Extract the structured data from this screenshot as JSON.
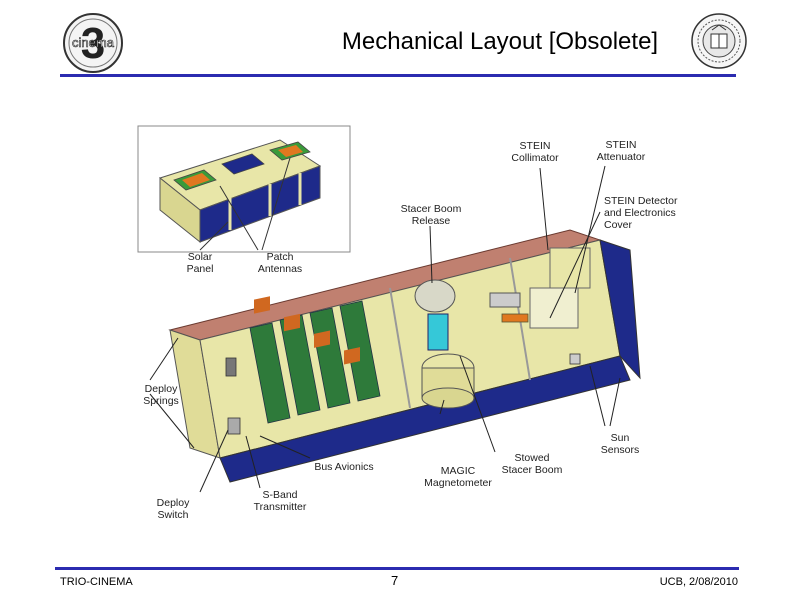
{
  "slide": {
    "title": "Mechanical Layout [Obsolete]",
    "logo_left_text": "cinema",
    "logo_left_numeral": "3",
    "footer_left": "TRIO-CINEMA",
    "page_number": "7",
    "footer_right": "UCB, 2/08/2010"
  },
  "callouts": {
    "stein_collimator": [
      "STEIN",
      "Collimator"
    ],
    "stein_attenuator": [
      "STEIN",
      "Attenuator"
    ],
    "stacer_boom_release": [
      "Stacer Boom",
      "Release"
    ],
    "stein_detector": [
      "STEIN Detector",
      "and Electronics",
      "Cover"
    ],
    "solar_panel": [
      "Solar",
      "Panel"
    ],
    "patch_antennas": [
      "Patch",
      "Antennas"
    ],
    "deploy_springs": [
      "Deploy",
      "Springs"
    ],
    "bus_avionics": [
      "Bus Avionics"
    ],
    "magic_magnetometer": [
      "MAGIC",
      "Magnetometer"
    ],
    "stowed_stacer_boom": [
      "Stowed",
      "Stacer Boom"
    ],
    "sun_sensors": [
      "Sun",
      "Sensors"
    ],
    "deploy_switch": [
      "Deploy",
      "Switch"
    ],
    "s_band_transmitter": [
      "S-Band",
      "Transmitter"
    ]
  },
  "colors": {
    "rule": "#2b2bb0",
    "frame": "#e8e6a8",
    "solar_cell": "#1e2a8a",
    "antenna_orange": "#e07820",
    "antenna_green": "#3a9a3a",
    "board_green": "#2e7a3a",
    "top_plate": "#c08070"
  }
}
